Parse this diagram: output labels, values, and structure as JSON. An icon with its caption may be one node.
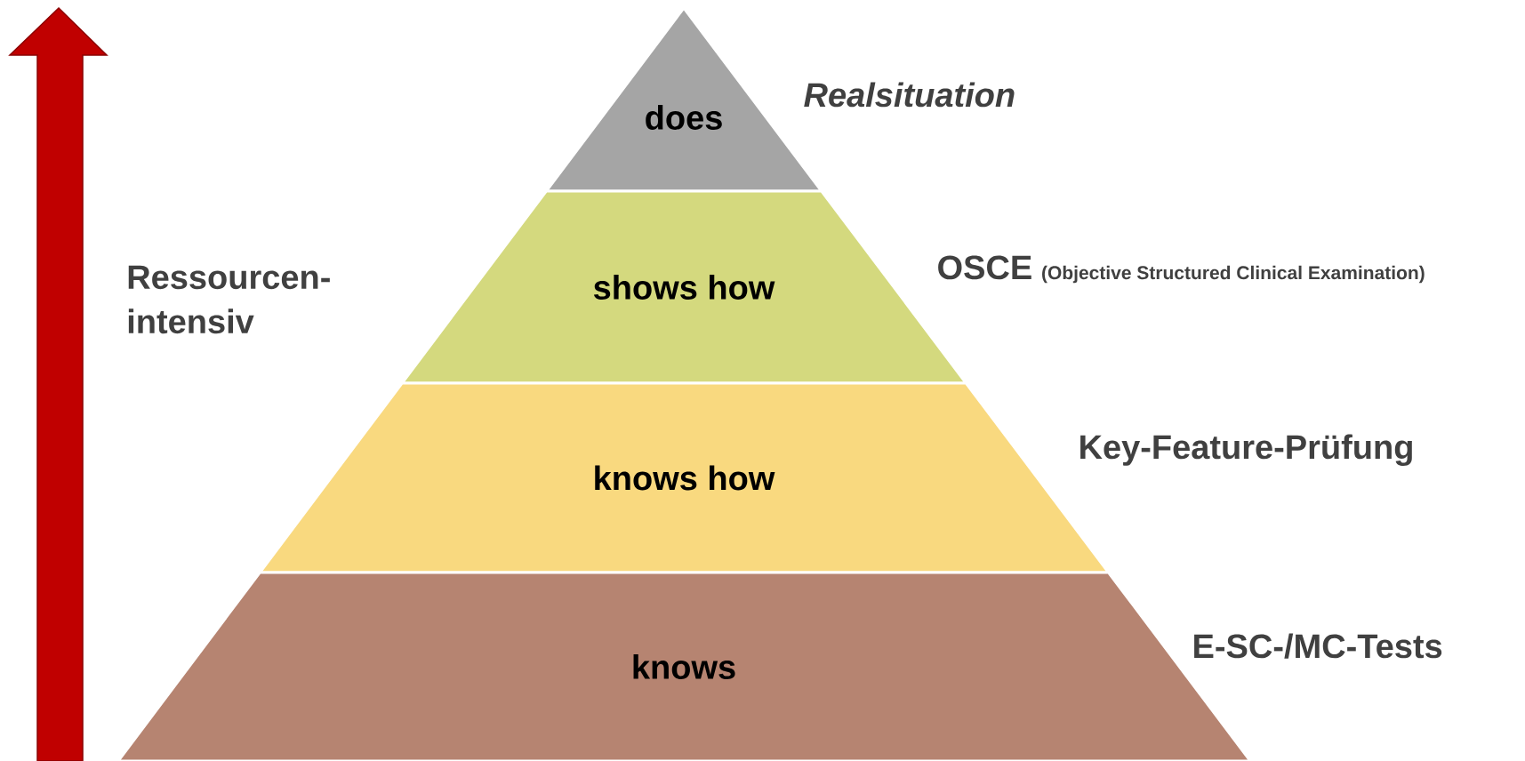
{
  "diagram": {
    "nodes": [
      {
        "text": [
          "does"
        ],
        "beside": [
          "Realsituation"
        ]
      },
      {
        "text": [
          "shows how"
        ],
        "beside": [
          "OSCE",
          "(Objective Structured Clinical Examination)"
        ]
      },
      {
        "text": [
          "knows how"
        ],
        "beside": [
          "Key-Feature-Prüfung"
        ]
      },
      {
        "text": [
          "knows"
        ],
        "beside": [
          "E-SC-/MC-Tests"
        ]
      }
    ],
    "labels": [
      "Ressourcen- intensiv"
    ]
  }
}
